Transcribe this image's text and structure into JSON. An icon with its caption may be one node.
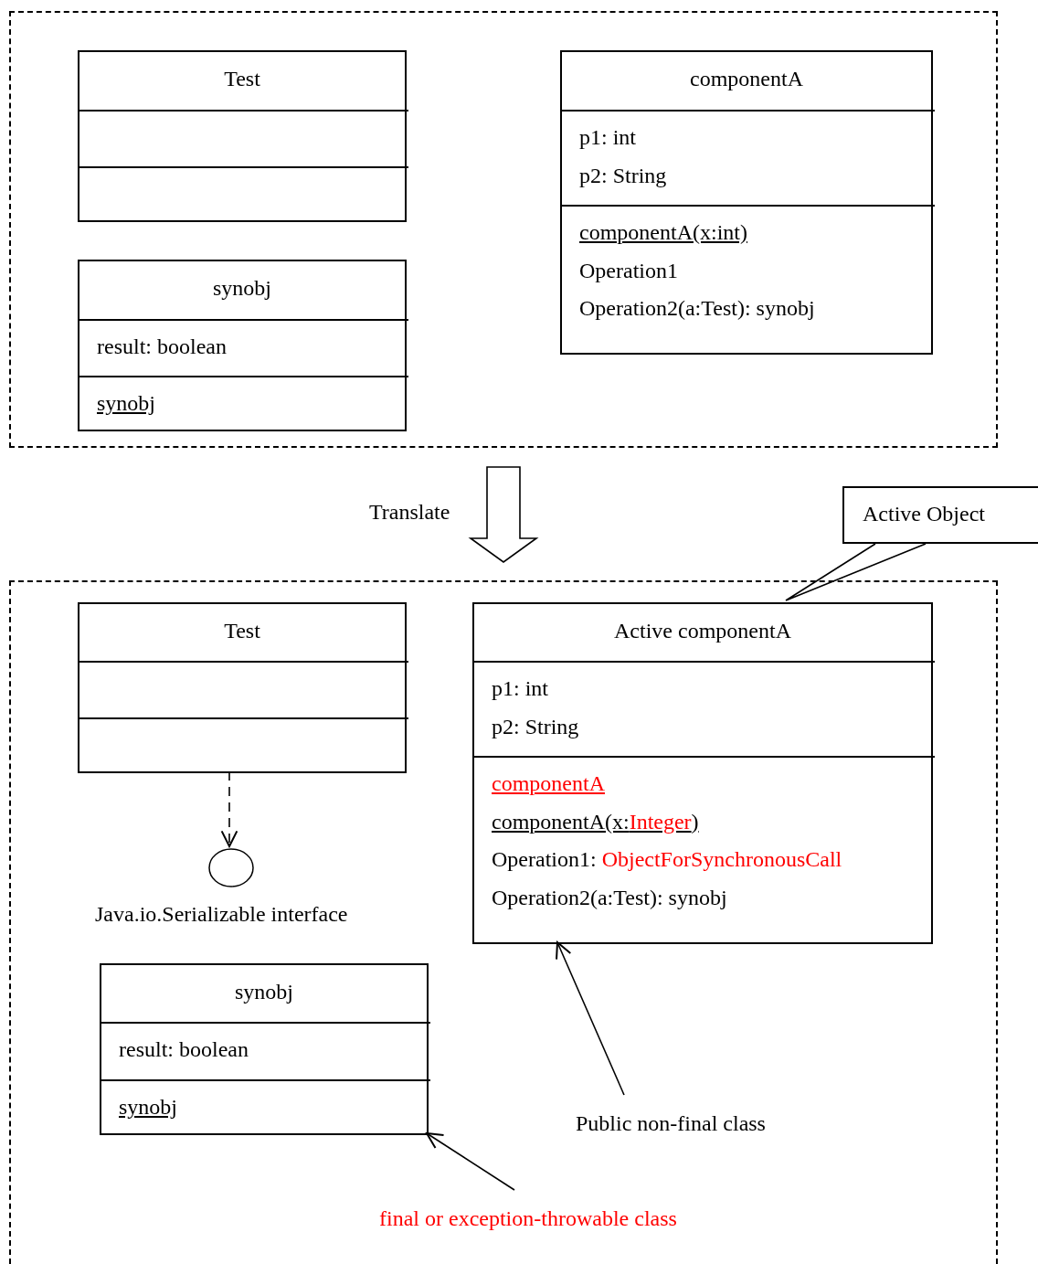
{
  "diagram": {
    "nodes": [
      {
        "text": [],
        "shape": "box"
      },
      {
        "text": [
          "Test"
        ],
        "in": 0
      },
      {
        "text": [],
        "shape": "box",
        "in": 1
      },
      {
        "text": [],
        "shape": "box",
        "in": 1
      },
      {
        "text": [
          "synobj"
        ],
        "in": 0
      },
      {
        "text": [
          "result: boolean"
        ],
        "in": 4
      },
      {
        "text": [
          "synobj"
        ],
        "in": 4
      },
      {
        "text": [
          "componentA"
        ],
        "in": 0
      },
      {
        "text": [
          "p1: int",
          "p2: String"
        ],
        "in": 7
      },
      {
        "text": [
          "componentA(x:int)",
          "Operation1",
          "Operation2(a:Test): synobj"
        ],
        "in": 7
      },
      {
        "text": [
          "Active Object"
        ]
      },
      {
        "text": [],
        "shape": "box"
      },
      {
        "text": [
          "Test"
        ],
        "in": 11
      },
      {
        "text": [],
        "shape": "box",
        "in": 12
      },
      {
        "text": [],
        "shape": "box",
        "in": 12
      },
      {
        "text": [],
        "shape": "circle",
        "in": 11,
        "beside": [
          "Java.io.Serializable interface"
        ]
      },
      {
        "text": [
          "Active componentA"
        ],
        "in": 11
      },
      {
        "text": [
          "p1: int",
          "p2: String"
        ],
        "in": 16
      },
      {
        "text": [
          "componentA",
          "componentA(x:Integer)",
          "Operation1: ObjectForSynchronousCall",
          "Operation2(a:Test): synobj"
        ],
        "in": 16
      },
      {
        "text": [
          "synobj"
        ],
        "in": 11
      },
      {
        "text": [
          "result: boolean"
        ],
        "in": 19
      },
      {
        "text": [
          "synobj"
        ],
        "in": 19
      },
      {
        "text": [
          "Public non-final class"
        ],
        "in": 11
      },
      {
        "text": [
          "final or exception-throwable class"
        ],
        "in": 11
      }
    ],
    "edges": [
      {
        "from": 0,
        "to": 11,
        "arrow": "to",
        "label": "Translate",
        "style": "thick"
      },
      {
        "from": 10,
        "to": 16,
        "arrow": "none"
      },
      {
        "from": 12,
        "to": 15,
        "arrow": "to",
        "style": "dashed"
      },
      {
        "from": 22,
        "to": 16,
        "arrow": "to"
      },
      {
        "from": 23,
        "to": 19,
        "arrow": "to"
      }
    ]
  }
}
